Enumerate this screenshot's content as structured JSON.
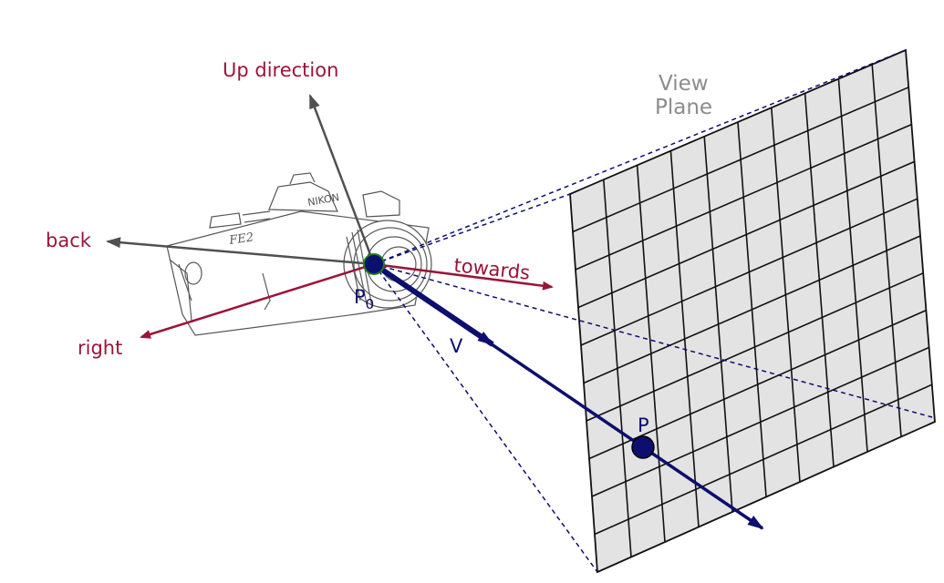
{
  "labels": {
    "up": "Up direction",
    "back": "back",
    "right": "right",
    "towards": "towards",
    "view_plane_line1": "View",
    "view_plane_line2": "Plane",
    "p0_main": "P",
    "p0_sub": "0",
    "v": "V",
    "p": "P",
    "camera_brand": "NIKON",
    "camera_model": "FE2"
  },
  "colors": {
    "red_axis": "#9a1538",
    "dark_axis": "#505050",
    "navy": "#0c0f6e",
    "grid_fill": "#e3e3e3",
    "origin_fill": "#0c0f6e",
    "origin_ring": "#1f7a1f"
  },
  "grid": {
    "rows": 10,
    "cols": 10
  }
}
